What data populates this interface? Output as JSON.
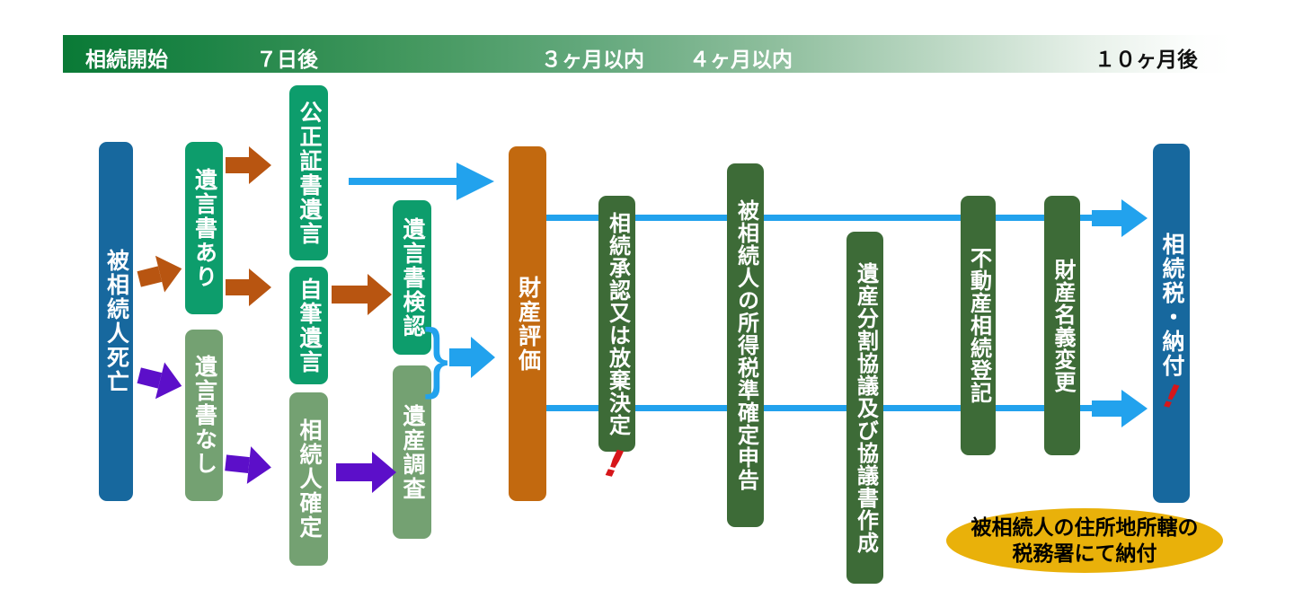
{
  "timeline": {
    "start": "相続開始",
    "day7": "７日後",
    "month3": "３ヶ月以内",
    "month4": "４ヶ月以内",
    "month10": "１０ヶ月後"
  },
  "nodes": {
    "deceased_death": "被相続人死亡",
    "will_exists": "遺言書あり",
    "will_none": "遺言書なし",
    "notarized_will": "公正証書遺言",
    "holographic_will": "自筆遺言",
    "heir_determination": "相続人確定",
    "will_probate": "遺言書検認",
    "estate_investigation": "遺産調査",
    "property_valuation": "財産評価",
    "acceptance_or_renunciation": "相続承認又は放棄決定",
    "income_tax_final_return": "被相続人の所得税準確定申告",
    "division_agreement": "遺産分割協議及び協議書作成",
    "real_estate_registration": "不動産相続登記",
    "property_name_change": "財産名義変更",
    "tax_payment": "相続税・納付"
  },
  "annotation": {
    "line1": "被相続人の住所地所轄の",
    "line2": "税務署にて納付"
  },
  "marks": {
    "exclamation": "!",
    "brace": "}"
  },
  "colors": {
    "timeline_green": "#0a7a36",
    "blue_bar": "#17689e",
    "teal_bar": "#0d9d6c",
    "sage_bar": "#74a172",
    "dark_green_bar": "#3d6b37",
    "orange_bar": "#c2690f",
    "orange_arrow": "#b85511",
    "purple_arrow": "#5c0fc9",
    "blue_arrow": "#22a2ed",
    "annotation_yellow": "#e9b10a",
    "exclamation_red": "#d6161a"
  }
}
